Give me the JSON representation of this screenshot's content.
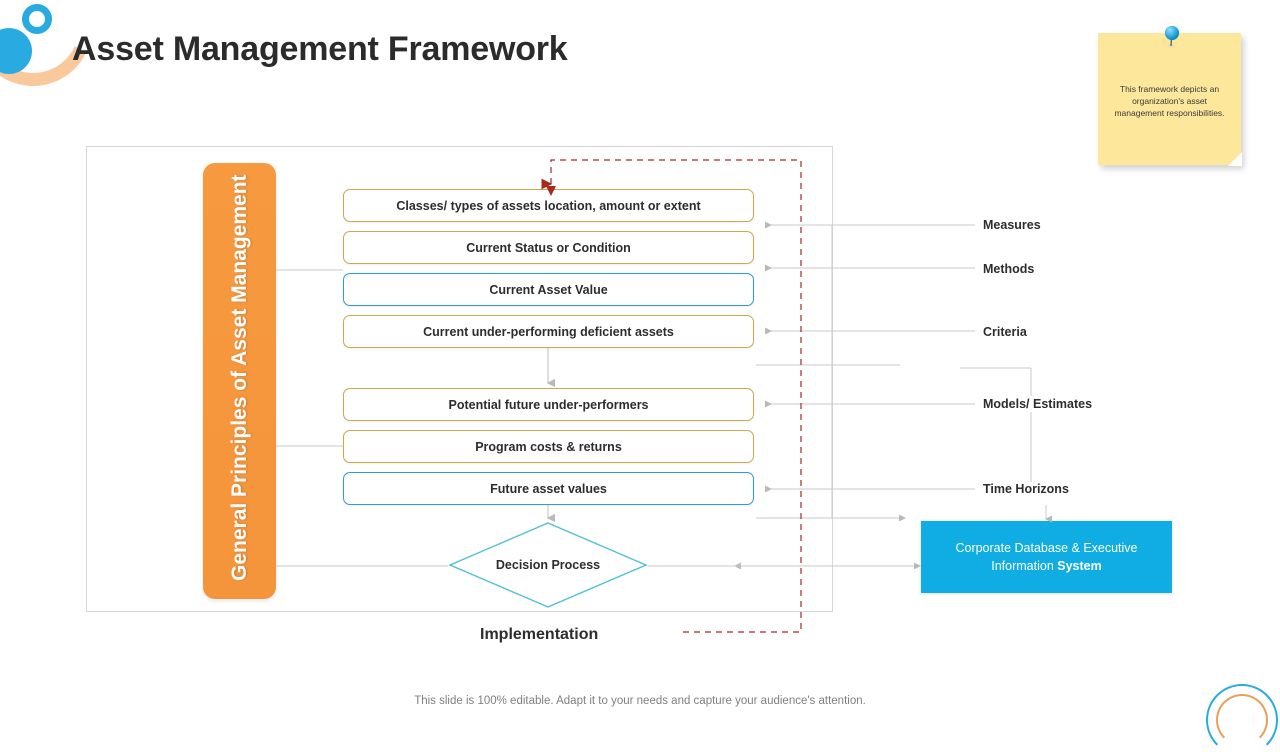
{
  "slide": {
    "title": "Asset Management Framework",
    "footer": "This slide is 100% editable. Adapt it to your needs and capture your audience's attention."
  },
  "sticky_note": {
    "text": "This framework depicts an organization's asset management responsibilities.",
    "background_color": "#FCE79B",
    "pin_color": "#29ABE2"
  },
  "left_bar": {
    "label": "General Principles of Asset Management",
    "color": "#F6993F"
  },
  "process_boxes": [
    {
      "label": "Classes/ types of assets location, amount or extent",
      "border": "tan"
    },
    {
      "label": "Current Status or Condition",
      "border": "tan"
    },
    {
      "label": "Current Asset Value",
      "border": "blue"
    },
    {
      "label": "Current under-performing deficient assets",
      "border": "tan"
    },
    {
      "label": "Potential future under-performers",
      "border": "tan"
    },
    {
      "label": "Program costs & returns",
      "border": "tan"
    },
    {
      "label": "Future asset values",
      "border": "blue"
    }
  ],
  "decision": {
    "label": "Decision Process",
    "border_color": "#4FC0D8"
  },
  "right_labels": [
    {
      "label": "Measures"
    },
    {
      "label": "Methods"
    },
    {
      "label": "Criteria"
    },
    {
      "label": "Models/ Estimates"
    },
    {
      "label": "Time Horizons"
    }
  ],
  "system_box": {
    "line1": "Corporate Database & Executive",
    "line2_prefix": "Information ",
    "line2_bold": "System",
    "color": "#0FADE3"
  },
  "implementation": {
    "label": "Implementation"
  },
  "colors": {
    "tan_border": "#CBA94D",
    "blue_border": "#2E9BD6",
    "feedback_dashed": "#B03A2E",
    "connector_gray": "#b9b9b9"
  }
}
